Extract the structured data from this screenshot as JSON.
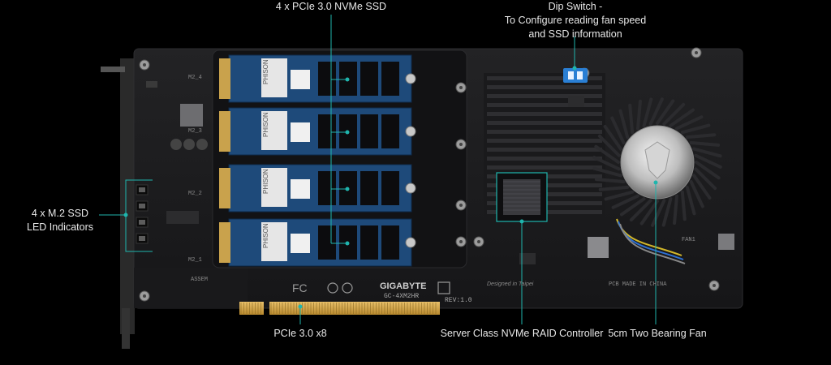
{
  "annotations": {
    "nvme_ssd": "4 x PCIe 3.0 NVMe SSD",
    "dip_switch_line1": "Dip Switch -",
    "dip_switch_line2": "To Configure reading fan speed",
    "dip_switch_line3": "and SSD information",
    "led_line1": "4 x M.2 SSD",
    "led_line2": "LED Indicators",
    "pcie_slot": "PCIe 3.0 x8",
    "raid_controller": "Server Class NVMe RAID Controller",
    "fan": "5cm Two Bearing Fan"
  },
  "board": {
    "brand": "GIGABYTE",
    "model": "GC-4XM2HR",
    "rev": "REV:1.0",
    "designed": "Designed in Taipei",
    "made_in": "PCB MADE IN CHINA",
    "assem": "ASSEM",
    "fan_label": "FAN1",
    "ssd_brand": "PHISON",
    "slot_labels": [
      "M2_4",
      "M2_3",
      "M2_2",
      "M2_1"
    ]
  },
  "colors": {
    "accent": "#1fb5ad",
    "pcb": "#1c1c1e",
    "ssd": "#1e4a7a",
    "dip": "#2a7fd4"
  }
}
